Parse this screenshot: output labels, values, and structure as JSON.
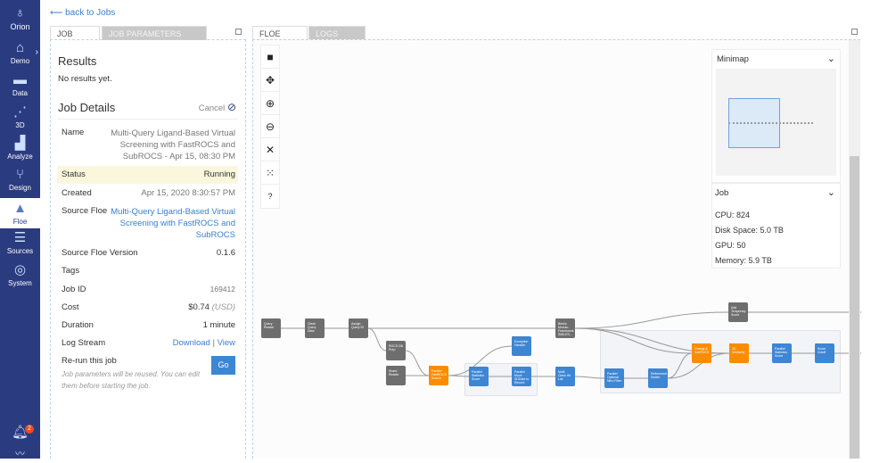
{
  "sidebar": {
    "logo": "Orion",
    "items": [
      {
        "label": "Demo",
        "icon": "home-icon"
      },
      {
        "label": "Data",
        "icon": "folder-icon"
      },
      {
        "label": "3D",
        "icon": "molecule-icon"
      },
      {
        "label": "Analyze",
        "icon": "bar-chart-icon"
      },
      {
        "label": "Design",
        "icon": "branch-icon"
      },
      {
        "label": "Floe",
        "icon": "rocket-icon",
        "active": true
      },
      {
        "label": "Sources",
        "icon": "database-icon"
      },
      {
        "label": "System",
        "icon": "gauge-icon"
      }
    ],
    "notifications": "2"
  },
  "back_link": "⟵ back to Jobs",
  "left_tabs": [
    "JOB",
    "JOB PARAMETERS"
  ],
  "results": {
    "title": "Results",
    "text": "No results yet."
  },
  "details": {
    "title": "Job Details",
    "cancel": "Cancel",
    "name_label": "Name",
    "name": "Multi-Query Ligand-Based Virtual Screening with FastROCS and SubROCS - Apr 15, 08:30 PM",
    "status_label": "Status",
    "status": "Running",
    "created_label": "Created",
    "created": "Apr 15, 2020 8:30:57 PM",
    "floe_label": "Source Floe",
    "floe": "Multi-Query Ligand-Based Virtual Screening with FastROCS and SubROCS",
    "version_label": "Source Floe Version",
    "version": "0.1.6",
    "tags_label": "Tags",
    "id_label": "Job ID",
    "id": "169412",
    "cost_label": "Cost",
    "cost": "$0.74",
    "cost_unit": "(USD)",
    "duration_label": "Duration",
    "duration": "1 minute",
    "log_label": "Log Stream",
    "log_download": "Download",
    "log_sep": "|",
    "log_view": "View",
    "rerun_label": "Re-run this job",
    "rerun_note": "Job parameters will be reused. You can edit them before starting the job.",
    "go": "Go"
  },
  "right_tabs": [
    "FLOE",
    "LOGS"
  ],
  "tools": [
    "stop-icon",
    "move-icon",
    "zoom-in-icon",
    "zoom-out-icon",
    "fit-icon",
    "layout-icon",
    "help-icon"
  ],
  "help": "?",
  "minimap": {
    "title": "Minimap"
  },
  "job_panel": {
    "title": "Job",
    "cpu": "CPU:  824",
    "disk": "Disk Space:  5.0 TB",
    "gpu": "GPU:  50",
    "memory": "Memory:  5.9 TB"
  },
  "nodes": [
    {
      "label": "Query Reader",
      "kind": "gray"
    },
    {
      "label": "Clean Query Data",
      "kind": "gray"
    },
    {
      "label": "Assign Query ID",
      "kind": "gray"
    },
    {
      "label": "ROCS DB Prep",
      "kind": "gray"
    },
    {
      "label": "Shard Reader",
      "kind": "gray"
    },
    {
      "label": "Parallel FastROCS Search",
      "kind": "orange"
    },
    {
      "label": "Exception Handler",
      "kind": "blue"
    },
    {
      "label": "Parallel Statistics Score",
      "kind": "blue"
    },
    {
      "label": "Parallel Move SDData to Record",
      "kind": "blue"
    },
    {
      "label": "Multi Class Hit List",
      "kind": "blue"
    },
    {
      "label": "Bemis Murcko Framework SMILES...",
      "kind": "gray"
    },
    {
      "label": "Add Temporary Score",
      "kind": "gray"
    },
    {
      "label": "Omega & SubROCS",
      "kind": "orange"
    },
    {
      "label": "2D Similarity",
      "kind": "orange"
    },
    {
      "label": "Parallel Statistics Score",
      "kind": "blue"
    },
    {
      "label": "Score Cutoff",
      "kind": "blue"
    },
    {
      "label": "Parallel Optional Nitro Filter",
      "kind": "blue"
    },
    {
      "label": "Refinement Switch",
      "kind": "blue"
    }
  ]
}
